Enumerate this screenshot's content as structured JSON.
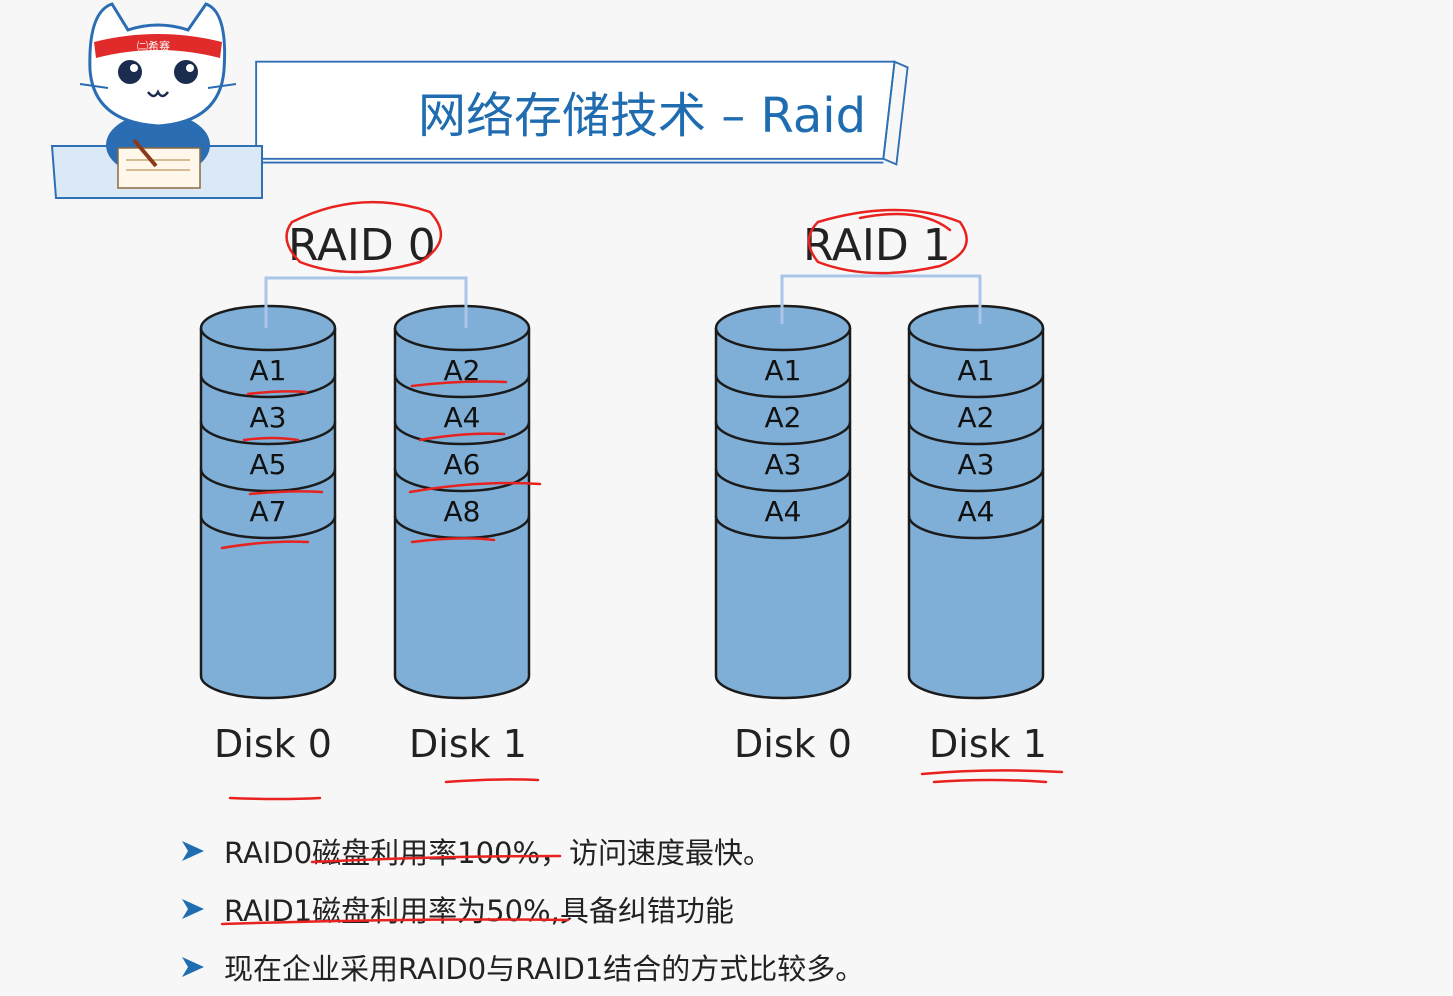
{
  "title": "网络存储技术 – Raid",
  "mascot": {
    "headband_text": "㈡希赛",
    "icon": "cat-mascot-icon"
  },
  "raid0": {
    "label": "RAID 0",
    "disks": [
      {
        "label": "Disk 0",
        "blocks": [
          "A1",
          "A3",
          "A5",
          "A7"
        ]
      },
      {
        "label": "Disk 1",
        "blocks": [
          "A2",
          "A4",
          "A6",
          "A8"
        ]
      }
    ]
  },
  "raid1": {
    "label": "RAID 1",
    "disks": [
      {
        "label": "Disk 0",
        "blocks": [
          "A1",
          "A2",
          "A3",
          "A4"
        ]
      },
      {
        "label": "Disk 1",
        "blocks": [
          "A1",
          "A2",
          "A3",
          "A4"
        ]
      }
    ]
  },
  "bullets": [
    "RAID0磁盘利用率100%，访问速度最快。",
    "RAID1磁盘利用率为50%,具备纠错功能",
    "现在企业采用RAID0与RAID1结合的方式比较多。"
  ],
  "colors": {
    "cylinder_fill": "#7fafd6",
    "cylinder_stroke": "#1b1b1b",
    "connector": "#a9c6e8",
    "title": "#1f6db0",
    "annotation": "#e8221e",
    "bullet_arrow": "#1f6db0"
  }
}
